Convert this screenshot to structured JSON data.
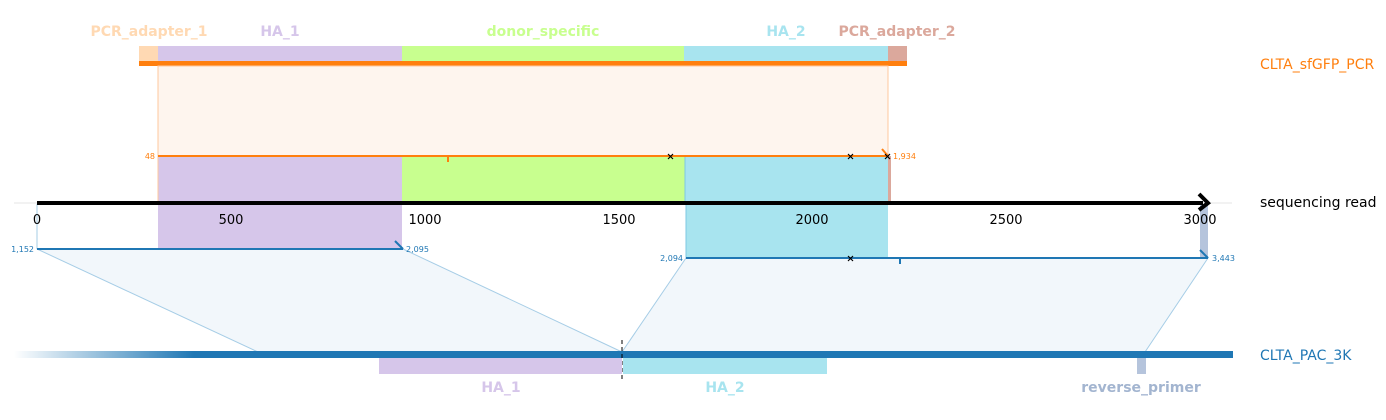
{
  "colors": {
    "pcr": "#ff7f0e",
    "ref": "#1f77b4",
    "pcr_adapter_1": "#ffd9b3",
    "pcr_adapter_2": "#dba89c",
    "ha_1": "#d6c6ea",
    "donor_specific": "#c8ff8f",
    "ha_2": "#a8e4ef",
    "reverse_primer": "#b5c4dc"
  },
  "top_features": [
    {
      "name": "PCR_adapter_1",
      "color": "#ffd9b3"
    },
    {
      "name": "HA_1",
      "color": "#d6c6ea"
    },
    {
      "name": "donor_specific",
      "color": "#c8ff8f"
    },
    {
      "name": "HA_2",
      "color": "#a8e4ef"
    },
    {
      "name": "PCR_adapter_2",
      "color": "#dba89c"
    }
  ],
  "bottom_features": [
    {
      "name": "HA_1",
      "color": "#d6c6ea"
    },
    {
      "name": "HA_2",
      "color": "#a8e4ef"
    },
    {
      "name": "reverse_primer",
      "color": "#b5c4dc"
    }
  ],
  "reference_labels": {
    "top": "CLTA_sfGFP_PCR",
    "read": "sequencing read",
    "bottom": "CLTA_PAC_3K"
  },
  "axis": {
    "ticks": [
      0,
      500,
      1000,
      1500,
      2000,
      2500,
      3000
    ]
  },
  "alignments": {
    "top": {
      "start_label": "48",
      "end_label": "1,934"
    },
    "bottom_left": {
      "start_label": "1,152",
      "end_label": "2,095"
    },
    "bottom_right": {
      "start_label": "2,094",
      "end_label": "3,443"
    }
  }
}
